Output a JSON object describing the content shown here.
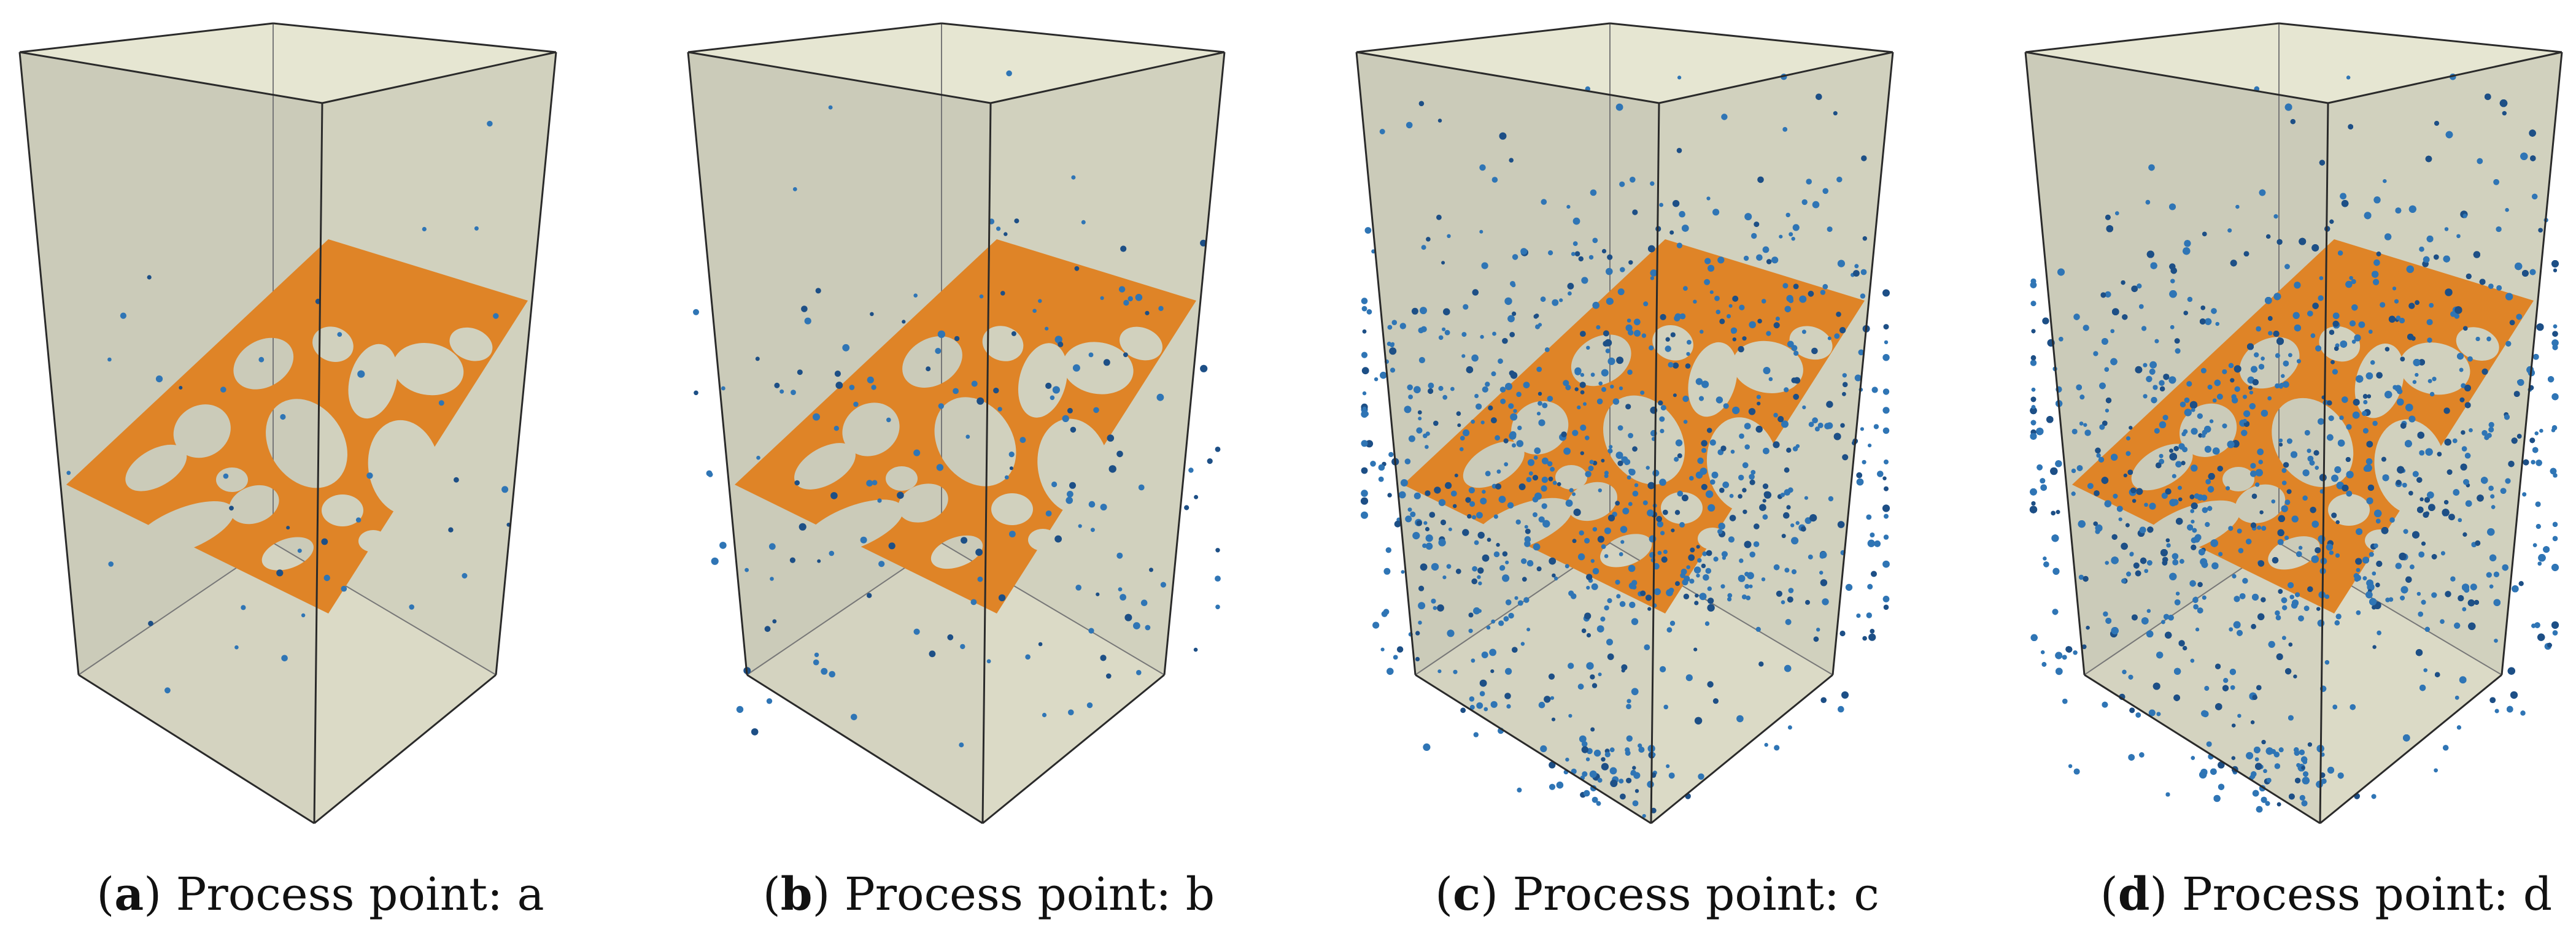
{
  "colors": {
    "box_fill": "#cfcfbd",
    "box_bottom": "#e2e1cc",
    "box_edge": "#2a2a2a",
    "scaffold": "#df8427",
    "particle": "#2f75b5",
    "particle_dark": "#1d4f86"
  },
  "panels": [
    {
      "id": "a",
      "label": "a",
      "caption": "Process point: a",
      "particle_level": 1
    },
    {
      "id": "b",
      "label": "b",
      "caption": "Process point: b",
      "particle_level": 2
    },
    {
      "id": "c",
      "label": "c",
      "caption": "Process point: c",
      "particle_level": 3
    },
    {
      "id": "d",
      "label": "d",
      "caption": "Process point: d",
      "particle_level": 4
    }
  ]
}
